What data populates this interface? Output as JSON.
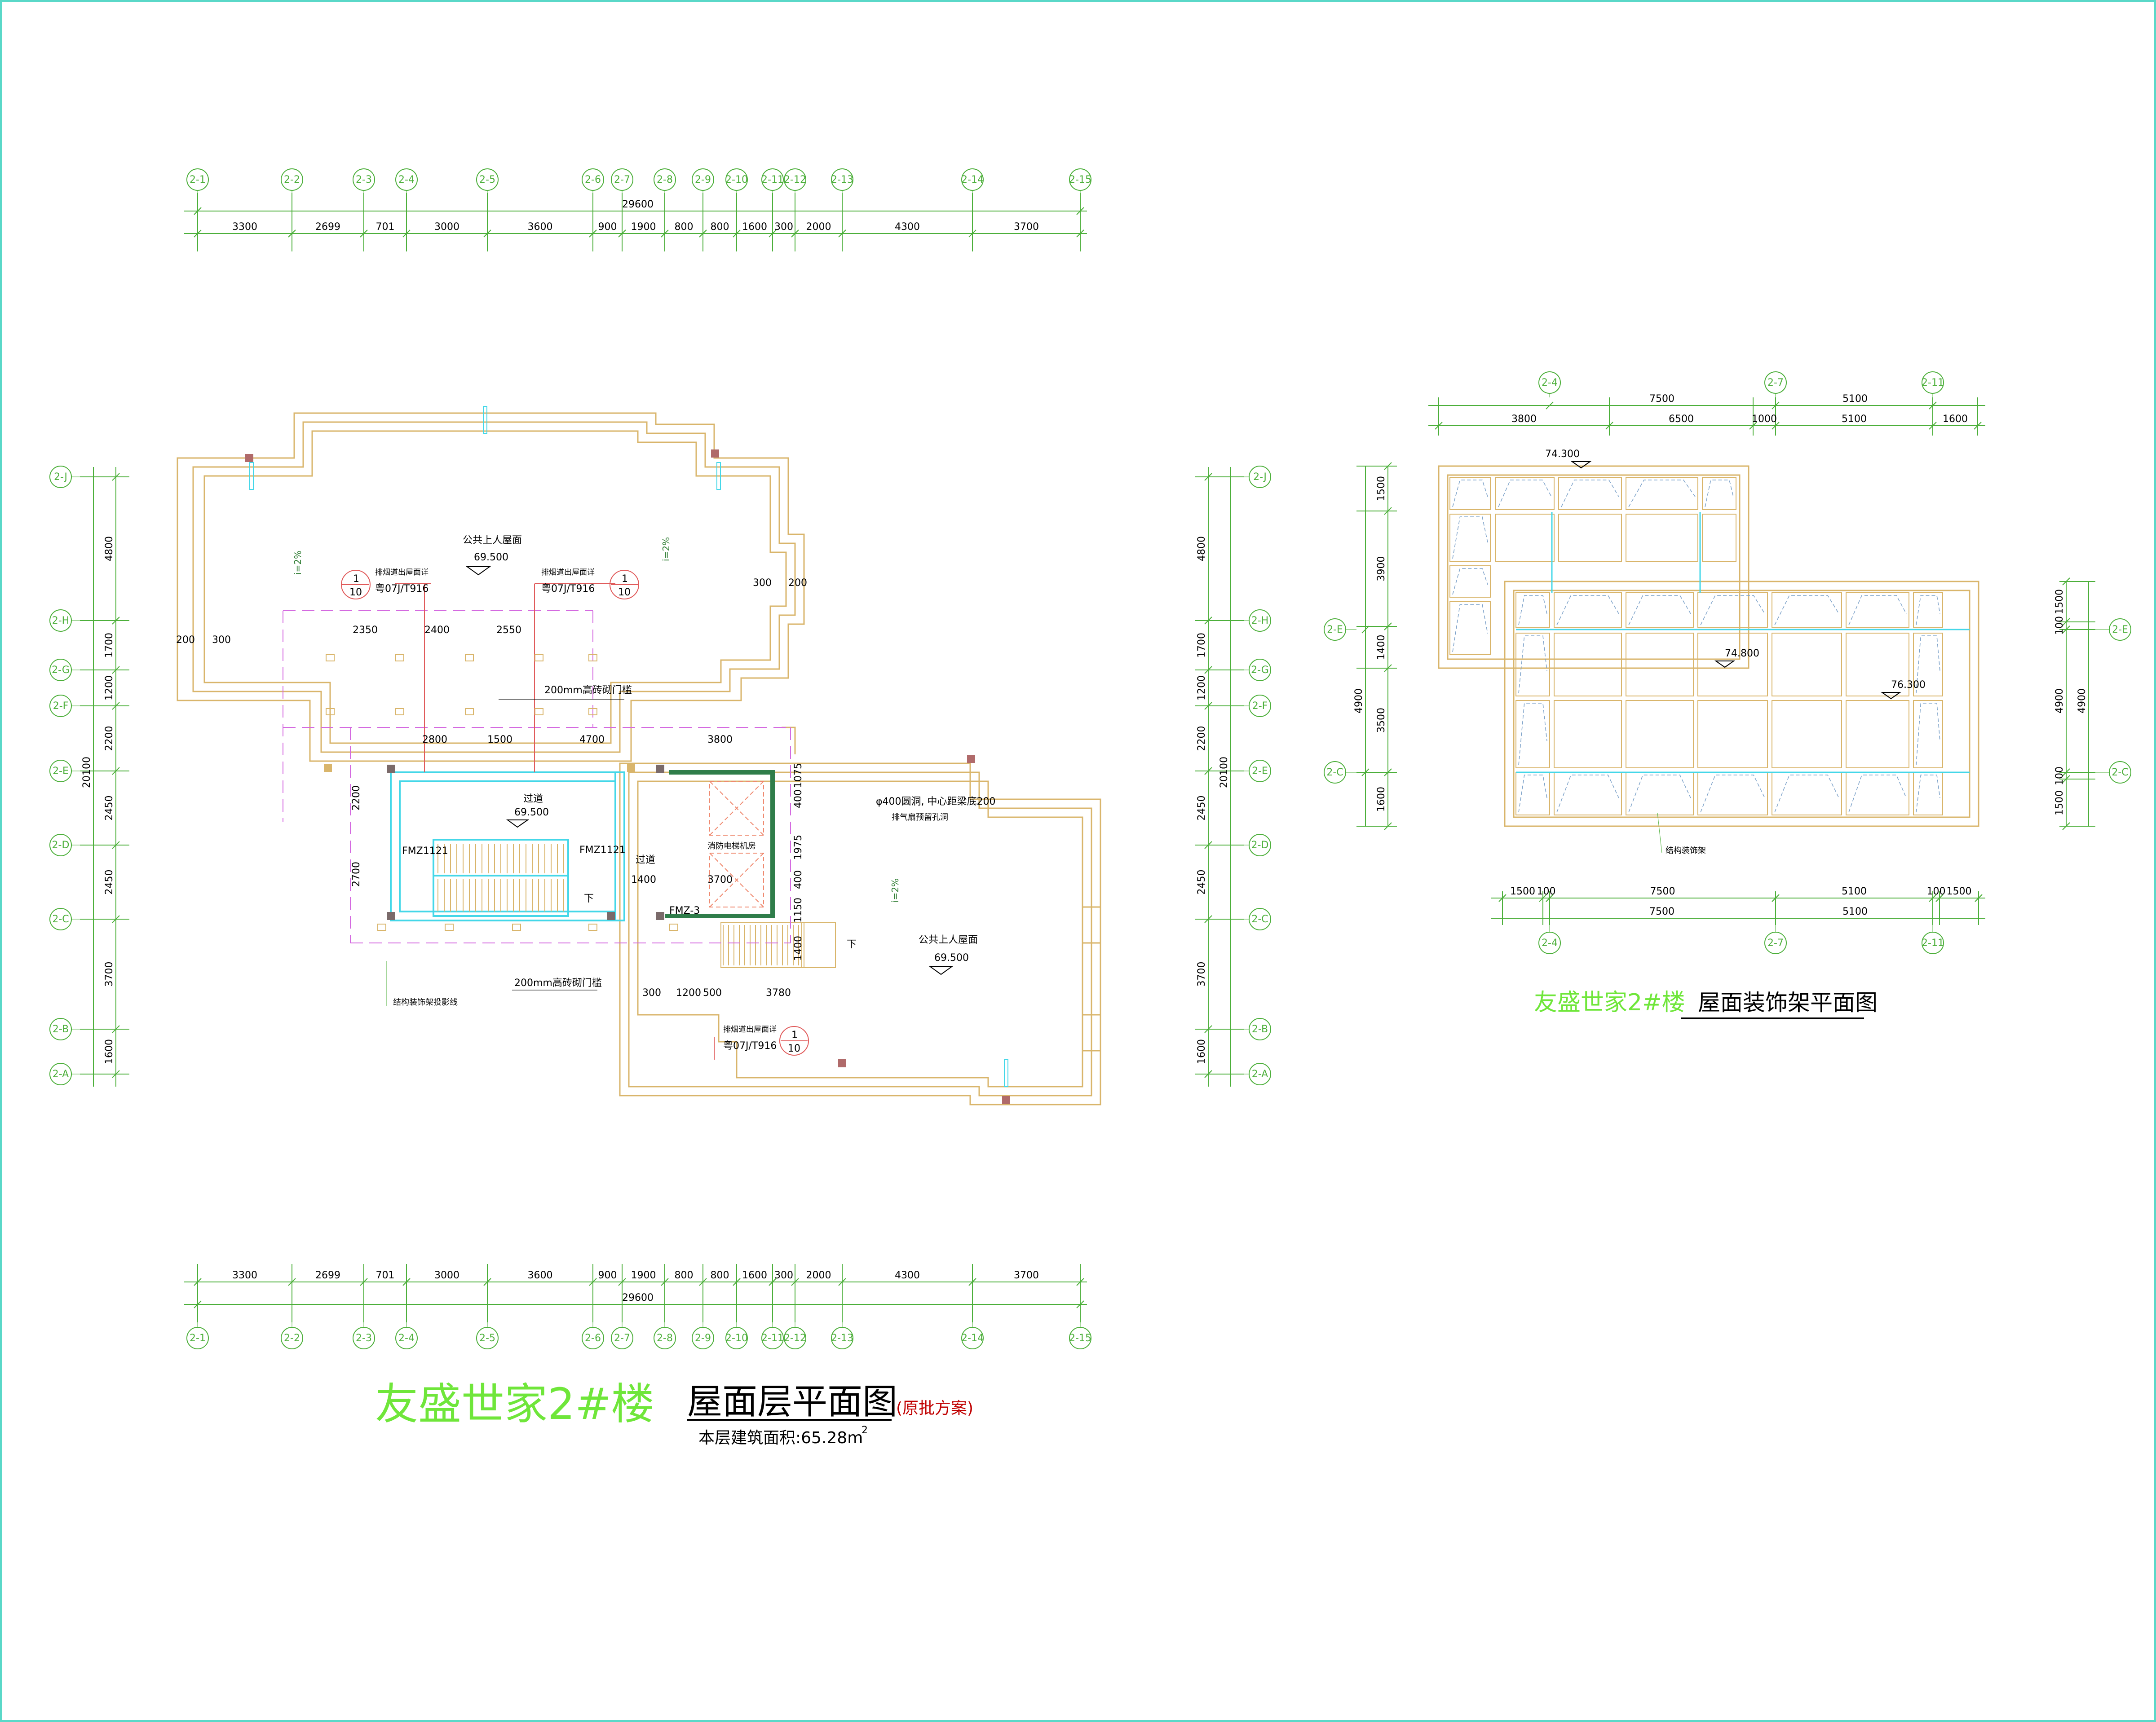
{
  "main_plan": {
    "title_green": "友盛世家2#楼",
    "title_black": "屋面层平面图",
    "title_note": "(原批方案)",
    "area_label": "本层建筑面积:65.28m",
    "area_sup": "2",
    "top_total": "29600",
    "top_dims": [
      "3300",
      "2699",
      "701",
      "3000",
      "3600",
      "900",
      "1900",
      "800",
      "800",
      "1600",
      "300",
      "2000",
      "4300",
      "3700"
    ],
    "col_axes": [
      "2-1",
      "2-2",
      "2-3",
      "2-4",
      "2-5",
      "2-6",
      "2-7",
      "2-8",
      "2-9",
      "2-10",
      "2-11",
      "2-12",
      "2-13",
      "2-14",
      "2-15"
    ],
    "row_axes": [
      "2-J",
      "2-H",
      "2-G",
      "2-F",
      "2-E",
      "2-D",
      "2-C",
      "2-B",
      "2-A"
    ],
    "side_total": "20100",
    "side_dims": [
      "4800",
      "1700",
      "1200",
      "2200",
      "2450",
      "2450",
      "3700",
      "1600"
    ],
    "inner": {
      "roof_top_label": "公共上人屋面",
      "roof_top_elev": "69.500",
      "roof_right_label": "公共上人屋面",
      "roof_right_elev": "69.500",
      "corridor_label": "过道",
      "corridor_elev": "69.500",
      "corridor2_label": "过道",
      "slope_left": "i=2%",
      "slope_right": "i=2%",
      "slope_mid": "i=2%",
      "detail_ref": "排烟道出屋面详",
      "detail_code": "粤07J/T916",
      "detail_num": "1",
      "detail_den": "10",
      "wall_200a": "200mm高砖砌门槛",
      "wall_200b": "200mm高砖砌门槛",
      "door1": "FMZ1121",
      "door2": "FMZ1121",
      "door3": "FMZ-3",
      "machine_room": "消防电梯机房",
      "vent_note": "φ400圆洞, 中心距梁底200",
      "vent_note2": "排气扇预留孔洞",
      "projection": "结构装饰架投影线",
      "stair_down": "下",
      "stair_down2": "下",
      "d_2350": "2350",
      "d_2400": "2400",
      "d_2550": "2550",
      "d_2800": "2800",
      "d_1500": "1500",
      "d_4700": "4700",
      "d_3800": "3800",
      "d_200l": "200",
      "d_300l": "300",
      "d_300r": "300",
      "d_200r": "200",
      "d_2200": "2200",
      "d_2700": "2700",
      "d_1400": "1400",
      "d_3700": "3700",
      "d_400a": "400",
      "d_1075": "1075",
      "d_1975": "1975",
      "d_400b": "400",
      "d_1150": "1150",
      "d_1400b": "1400",
      "d_300b": "300",
      "d_1200": "1200",
      "d_500": "500",
      "d_3780": "3780"
    }
  },
  "frame_plan": {
    "title_green": "友盛世家2#楼",
    "title_black": "屋面装饰架平面图",
    "top_dims1": [
      "7500",
      "5100"
    ],
    "top_dims2": [
      "3800",
      "6500",
      "1000",
      "5100",
      "1600"
    ],
    "top_axes": [
      "2-4",
      "2-7",
      "2-11"
    ],
    "left_dims": [
      "1500",
      "3900",
      "1400",
      "3500",
      "1600"
    ],
    "left_dims2": [
      "4900"
    ],
    "right_dims": [
      "100",
      "1500",
      "4900",
      "1500",
      "100"
    ],
    "row_axes": [
      "2-E",
      "2-C"
    ],
    "bottom_dims1": [
      "1500",
      "100",
      "7500",
      "5100",
      "100",
      "1500"
    ],
    "bottom_dims2": [
      "7500",
      "5100"
    ],
    "bottom_axes": [
      "2-4",
      "2-7",
      "2-11"
    ],
    "elev1": "74.300",
    "elev2": "74.800",
    "elev3": "76.300",
    "frame_note": "结构装饰架"
  }
}
